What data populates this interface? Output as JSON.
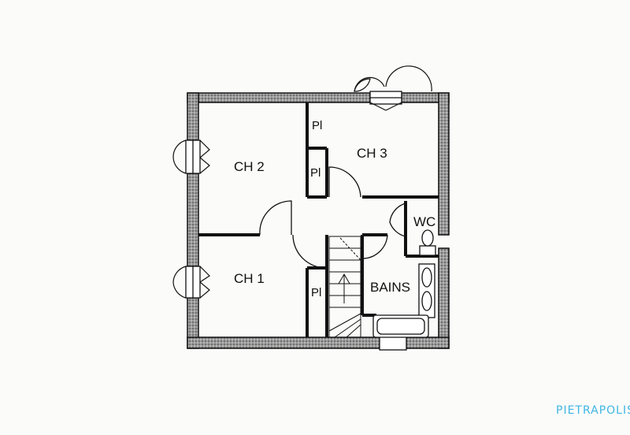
{
  "rooms": {
    "ch2": "CH 2",
    "ch3": "CH 3",
    "ch1": "CH 1",
    "wc": "WC",
    "bains": "BAINS",
    "placard_1": "Pl",
    "placard_2": "Pl",
    "placard_3": "Pl"
  },
  "brand": "PIETRAPOLIS",
  "colors": {
    "wall_fill": "#8a8a8a",
    "line": "#111111",
    "brand": "#3fb6e3"
  }
}
